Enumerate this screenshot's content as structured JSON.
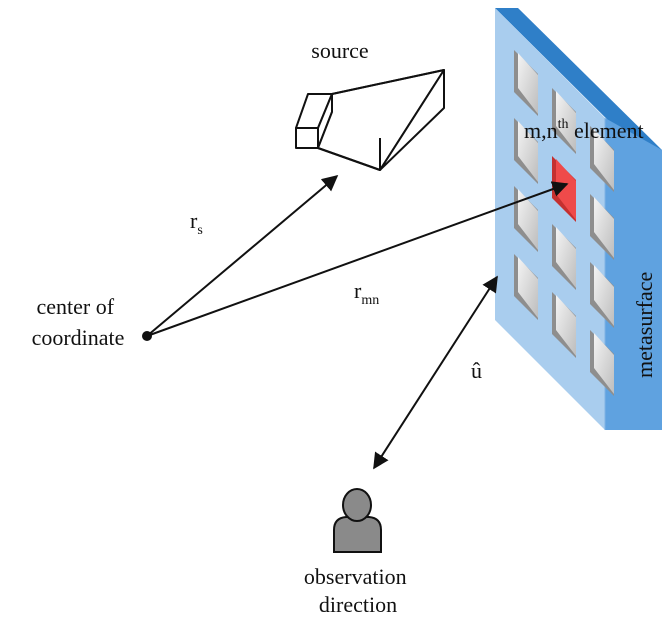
{
  "labels": {
    "source": "source",
    "element": "m,n",
    "element_sup": "th",
    "element_suffix": " element",
    "metasurface": "metasurface",
    "rs_main": "r",
    "rs_sub": "s",
    "rmn_main": "r",
    "rmn_sub": "mn",
    "u_hat": "û",
    "center_line1": "center of",
    "center_line2": "coordinate",
    "observation_line1": "observation",
    "observation_line2": "direction"
  },
  "colors": {
    "metasurface_face": "#a9cdee",
    "metasurface_top": "#2f7fc8",
    "metasurface_side": "#5fa2e0",
    "highlight_element": "#ef4a4a",
    "person": "#8a8a8a"
  },
  "icons": {
    "source": "horn-antenna-icon",
    "observer": "person-icon",
    "origin": "origin-dot-icon"
  }
}
